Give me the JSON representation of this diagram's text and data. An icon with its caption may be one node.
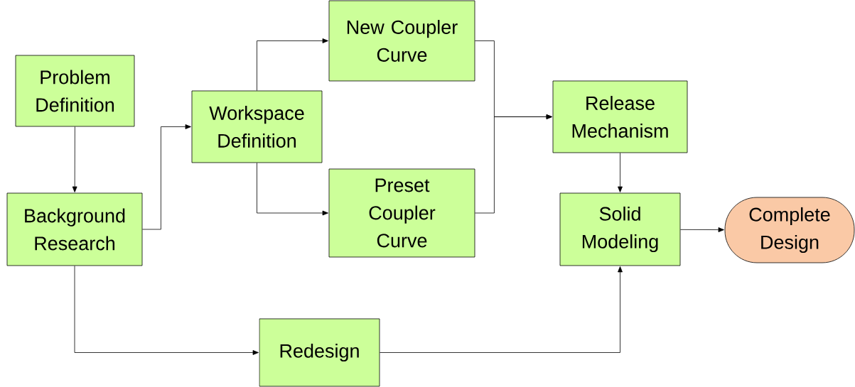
{
  "diagram": {
    "nodes": [
      {
        "text": [
          "Problem Definition"
        ]
      },
      {
        "text": [
          "Background Research"
        ]
      },
      {
        "text": [
          "Workspace Definition"
        ]
      },
      {
        "text": [
          "New Coupler Curve"
        ]
      },
      {
        "text": [
          "Preset Coupler Curve"
        ]
      },
      {
        "text": [
          "Release Mechanism"
        ]
      },
      {
        "text": [
          "Solid Modeling"
        ]
      },
      {
        "text": [
          "Complete Design"
        ]
      },
      {
        "text": [
          "Redesign"
        ]
      }
    ],
    "edges": [
      {
        "from": 0,
        "to": 1,
        "arrow": "to"
      },
      {
        "from": 1,
        "to": 2,
        "arrow": "to"
      },
      {
        "from": 2,
        "to": 3,
        "arrow": "to"
      },
      {
        "from": 2,
        "to": 4,
        "arrow": "to"
      },
      {
        "from": 3,
        "to": 5,
        "arrow": "to"
      },
      {
        "from": 4,
        "to": 5,
        "arrow": "to"
      },
      {
        "from": 5,
        "to": 6,
        "arrow": "to"
      },
      {
        "from": 6,
        "to": 7,
        "arrow": "to"
      },
      {
        "from": 1,
        "to": 8,
        "arrow": "to"
      },
      {
        "from": 8,
        "to": 6,
        "arrow": "to"
      }
    ]
  }
}
